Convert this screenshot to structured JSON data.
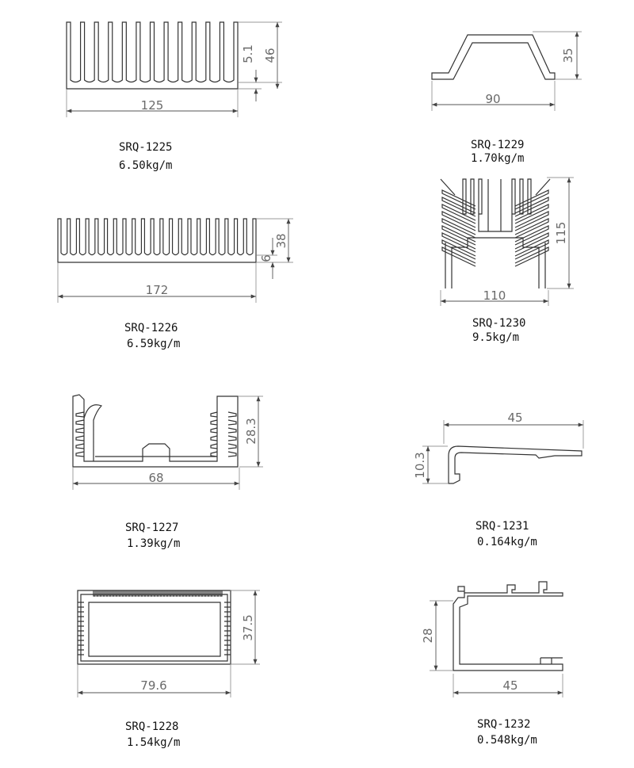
{
  "profiles": [
    {
      "code": "SRQ-1225",
      "weight": "6.50kg/m",
      "dims": [
        "125",
        "5.1",
        "46"
      ]
    },
    {
      "code": "SRQ-1229",
      "weight": "1.70kg/m",
      "dims": [
        "90",
        "35"
      ]
    },
    {
      "code": "SRQ-1226",
      "weight": "6.59kg/m",
      "dims": [
        "172",
        "6",
        "38"
      ]
    },
    {
      "code": "SRQ-1230",
      "weight": "9.5kg/m",
      "dims": [
        "110",
        "115"
      ]
    },
    {
      "code": "SRQ-1227",
      "weight": "1.39kg/m",
      "dims": [
        "68",
        "28.3"
      ]
    },
    {
      "code": "SRQ-1231",
      "weight": "0.164kg/m",
      "dims": [
        "45",
        "10.3"
      ]
    },
    {
      "code": "SRQ-1228",
      "weight": "1.54kg/m",
      "dims": [
        "79.6",
        "37.5"
      ]
    },
    {
      "code": "SRQ-1232",
      "weight": "0.548kg/m",
      "dims": [
        "45",
        "28"
      ]
    }
  ]
}
